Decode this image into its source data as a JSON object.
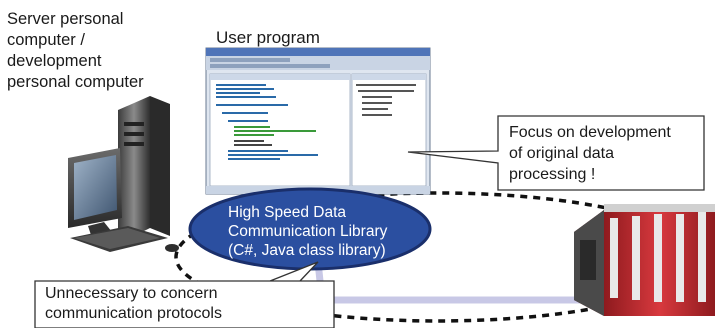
{
  "pc_label": [
    "Server personal",
    "computer /",
    "development",
    "personal computer"
  ],
  "user_program_label": "User program",
  "library_label": [
    "High Speed Data",
    "Communication Library",
    "(C#, Java class library)"
  ],
  "focus_label": [
    "Focus on development",
    "of original data",
    "processing !"
  ],
  "unnecessary_label": [
    "Unnecessary to concern",
    "communication protocols"
  ],
  "colors": {
    "library_fill": "#2b4fa0",
    "library_border": "#1a2f6b",
    "cable": "#c8c8e6",
    "plc_red": "#c0282d",
    "window_blue": "#4f74b8"
  }
}
